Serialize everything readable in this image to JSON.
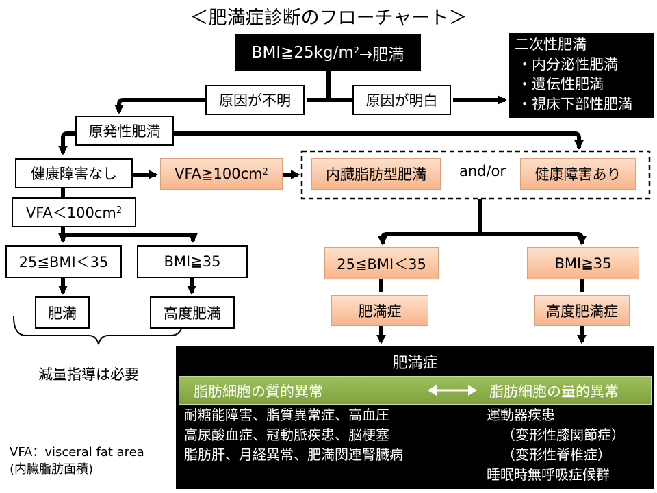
{
  "title": "＜肥満症診断のフローチャート＞",
  "nodes": {
    "bmi_top": {
      "prefix": "BMI≧25kg/m",
      "sup": "2",
      "suffix": "→肥満"
    },
    "cause_unknown": "原因が不明",
    "cause_known": "原因が明白",
    "secondary": {
      "title": "二次性肥満",
      "items": [
        "・内分泌性肥満",
        "・遺伝性肥満",
        "・視床下部性肥満"
      ]
    },
    "primary": "原発性肥満",
    "no_health_issue": "健康障害なし",
    "vfa_ge": {
      "text": "VFA≧100cm",
      "sup": "2"
    },
    "visceral_type": "内臓脂肪型肥満",
    "and_or": "and/or",
    "health_issue": "健康障害あり",
    "vfa_lt": {
      "text": "VFA＜100cm",
      "sup": "2"
    },
    "left_bmi_mid": "25≦BMI＜35",
    "left_bmi_high": "BMI≧35",
    "right_bmi_mid": "25≦BMI＜35",
    "right_bmi_high": "BMI≧35",
    "obesity": "肥満",
    "high_obesity": "高度肥満",
    "obesity_disease": "肥満症",
    "high_obesity_disease": "高度肥満症",
    "weight_guidance": "減量指導は必要"
  },
  "bottom_panel": {
    "title": "肥満症",
    "left_header": "脂肪細胞の質的異常",
    "right_header": "脂肪細胞の量的異常",
    "left_lines": [
      "耐糖能障害、脂質異常症、高血圧",
      "高尿酸血症、冠動脈疾患、脳梗塞",
      "脂肪肝、月経異常、肥満関連腎臓病"
    ],
    "right_lines": [
      "運動器疾患",
      "（変形性膝関節症）",
      "（変形性脊椎症）",
      "睡眠時無呼吸症候群"
    ]
  },
  "footnote": {
    "line1": "VFA：visceral fat area",
    "line2": "(内臓脂肪面積)"
  },
  "colors": {
    "orange_top": "#fde1cc",
    "orange_bottom": "#f8b58c",
    "green_bar": "#8cae4a",
    "black": "#000000"
  }
}
